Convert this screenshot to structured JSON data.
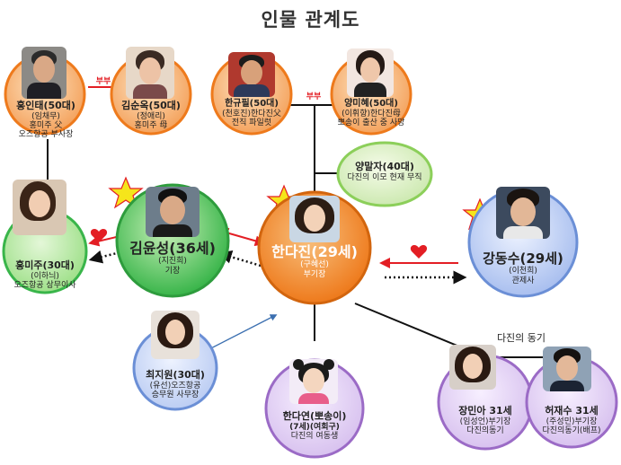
{
  "title": "인물 관계도",
  "couple_label": "부부",
  "dajin_peers_label": "다진의 동기",
  "people": {
    "hong_intae": {
      "name": "홍인태(50대)",
      "actor": "(임채무)",
      "desc1": "홍미주 父",
      "desc2": "오즈항공 부사장"
    },
    "kim_sunok": {
      "name": "김순옥(50대)",
      "actor": "(정애리)",
      "desc1": "홍미주 母"
    },
    "han_gyupil": {
      "name": "한규필(50대)",
      "actor": "(천호진)한다진父",
      "desc1": "전직 파일럿"
    },
    "yang_mihye": {
      "name": "양미혜(50대)",
      "actor": "(이휘향)한다진母",
      "desc1": "뽀송이 출산 중 사망"
    },
    "yang_malja": {
      "name": "양말자(40대)",
      "desc1": "다진의 이모 현재 무직"
    },
    "hong_miju": {
      "name": "홍미주(30대)",
      "actor": "(이하늬)",
      "desc1": "오즈항공 상무이사"
    },
    "kim_yunseong": {
      "name": "김윤성(36세)",
      "actor": "(지진희)",
      "desc1": "기장"
    },
    "han_dajin": {
      "name": "한다진(29세)",
      "actor": "(구혜선)",
      "desc1": "부기장"
    },
    "kang_dongsu": {
      "name": "강동수(29세)",
      "actor": "(이천희)",
      "desc1": "관제사"
    },
    "choi_jiwon": {
      "name": "최지원(30대)",
      "actor": "(유선)오즈항공",
      "desc1": "승무원 사무장"
    },
    "han_dayeon": {
      "name": "한다연(뽀송이)",
      "actor": "(7세)(여회구)",
      "desc1": "다진의 여동생"
    },
    "jang_mina": {
      "name": "장민아 31세",
      "actor": "(임성언)부기장",
      "desc1": "다진의동기"
    },
    "heo_jaesu": {
      "name": "허재수 31세",
      "actor": "(주성민)부기장",
      "desc1": "다진의동기(배프)"
    }
  },
  "colors": {
    "orange": "#ee7a1c",
    "green": "#39b54a",
    "light_green": "#8ccf5a",
    "blue": "#6b8fd6",
    "purple": "#9b6bc6",
    "red_line": "#e31e24",
    "star": "#f5e51b"
  }
}
